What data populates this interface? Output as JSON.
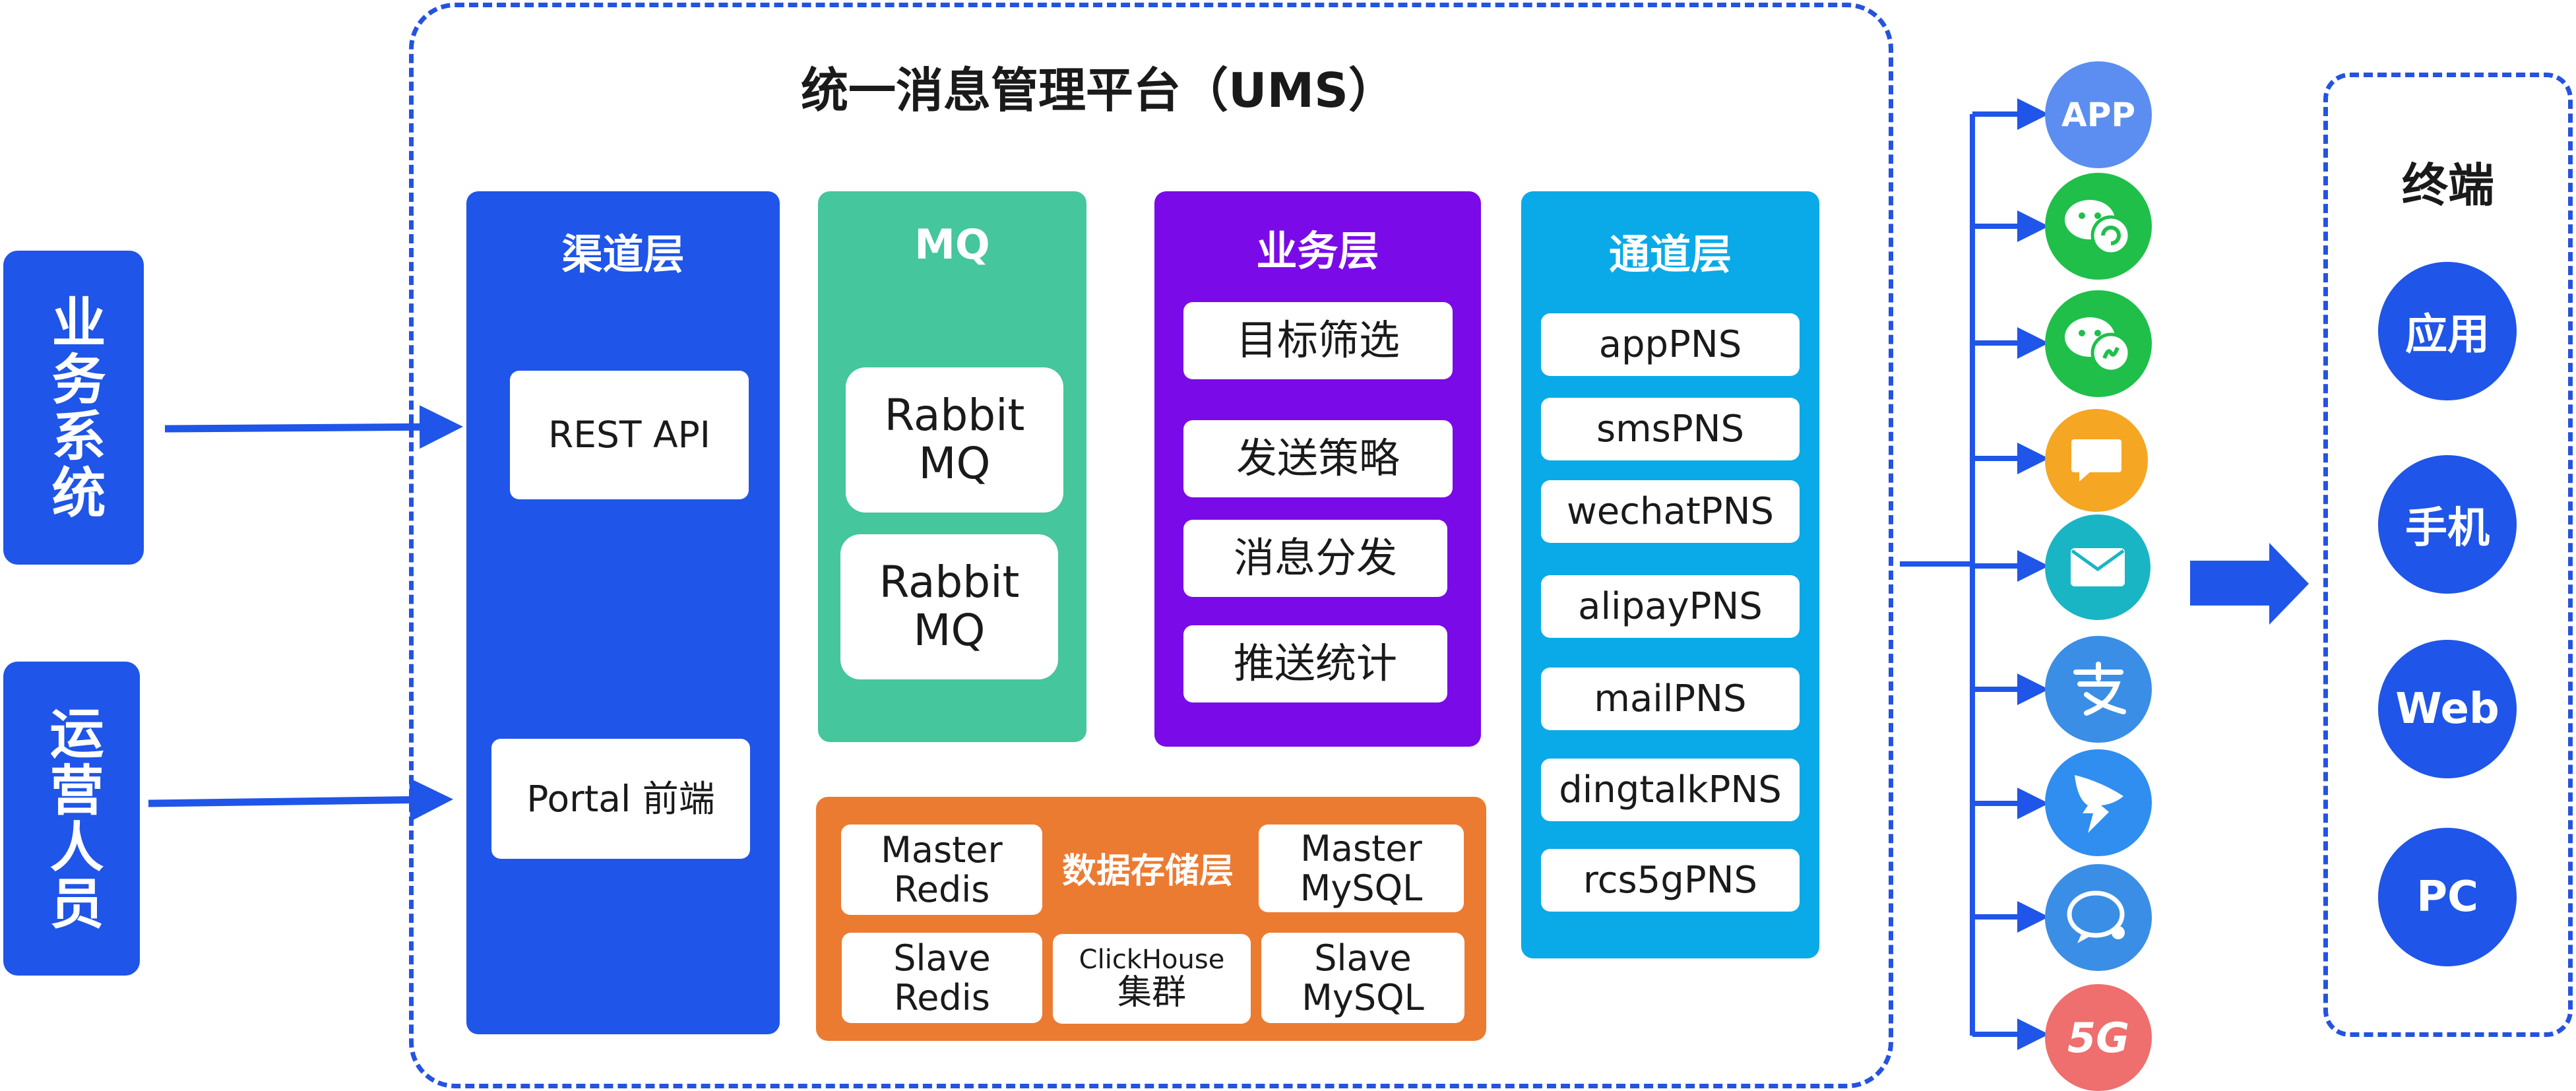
{
  "title": "统一消息管理平台（UMS）",
  "left": [
    "业务系统",
    "运营人员"
  ],
  "channel_layer": {
    "title": "渠道层",
    "items": [
      "REST API",
      "Portal 前端"
    ]
  },
  "mq": {
    "title": "MQ",
    "items": [
      "Rabbit\nMQ",
      "Rabbit\nMQ"
    ]
  },
  "business_layer": {
    "title": "业务层",
    "items": [
      "目标筛选",
      "发送策略",
      "消息分发",
      "推送统计"
    ]
  },
  "pass_layer": {
    "title": "通道层",
    "items": [
      "appPNS",
      "smsPNS",
      "wechatPNS",
      "alipayPNS",
      "mailPNS",
      "dingtalkPNS",
      "rcs5gPNS"
    ]
  },
  "storage": {
    "title": "数据存储层",
    "master_redis": "Master\nRedis",
    "master_mysql": "Master\nMySQL",
    "slave_redis": "Slave\nRedis",
    "clickhouse_line1": "ClickHouse",
    "clickhouse_line2": "集群",
    "slave_mysql": "Slave\nMySQL"
  },
  "channels": [
    {
      "icon": "app-icon",
      "label": "APP",
      "color": "#5b8ef0"
    },
    {
      "icon": "wechat-icon",
      "label": "",
      "color": "#1fbf4a"
    },
    {
      "icon": "wechat-miniprogram-icon",
      "label": "",
      "color": "#1fbf4a"
    },
    {
      "icon": "sms-icon",
      "label": "",
      "color": "#f5a623"
    },
    {
      "icon": "mail-icon",
      "label": "",
      "color": "#1ab5c4"
    },
    {
      "icon": "alipay-icon",
      "label": "",
      "color": "#3a8ee6"
    },
    {
      "icon": "dingtalk-icon",
      "label": "",
      "color": "#2f8ef0"
    },
    {
      "icon": "enterprise-wechat-icon",
      "label": "",
      "color": "#3a8ee6"
    },
    {
      "icon": "5g-icon",
      "label": "5G",
      "color": "#ef6e6e"
    }
  ],
  "terminal": {
    "title": "终端",
    "items": [
      "应用",
      "手机",
      "Web",
      "PC"
    ]
  },
  "colors": {
    "blue": "#1f55e8",
    "green": "#45c69c",
    "purple": "#7a0be8",
    "cyan": "#0aaae8",
    "orange": "#ec7b32"
  }
}
